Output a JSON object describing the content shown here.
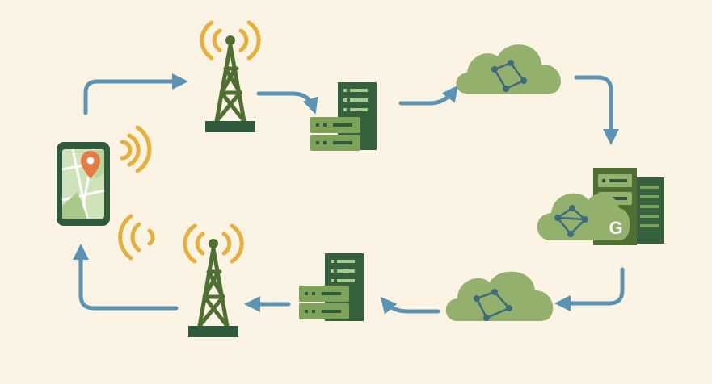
{
  "diagram": {
    "colors": {
      "background": "#fbf3e3",
      "arrow": "#5b93b5",
      "signal": "#e6b03a",
      "tower": "#4f7032",
      "server_dark": "#35613f",
      "server_light": "#7ea25a",
      "cloud": "#93b06c",
      "node": "#3e6b7e",
      "pin": "#e37b45"
    },
    "nodes": [
      {
        "id": "phone",
        "icon": "smartphone-map-icon"
      },
      {
        "id": "tower-top",
        "icon": "cell-tower-icon"
      },
      {
        "id": "server-top",
        "icon": "server-stack-icon"
      },
      {
        "id": "cloud-top",
        "icon": "cloud-network-icon"
      },
      {
        "id": "google-datacenter",
        "icon": "google-cloud-datacenter-icon",
        "label": "G"
      },
      {
        "id": "cloud-bottom",
        "icon": "cloud-network-icon"
      },
      {
        "id": "server-bottom",
        "icon": "server-stack-icon"
      },
      {
        "id": "tower-bottom",
        "icon": "cell-tower-icon"
      }
    ],
    "flow": [
      "phone",
      "tower-top",
      "server-top",
      "cloud-top",
      "google-datacenter",
      "cloud-bottom",
      "server-bottom",
      "tower-bottom",
      "phone"
    ]
  }
}
